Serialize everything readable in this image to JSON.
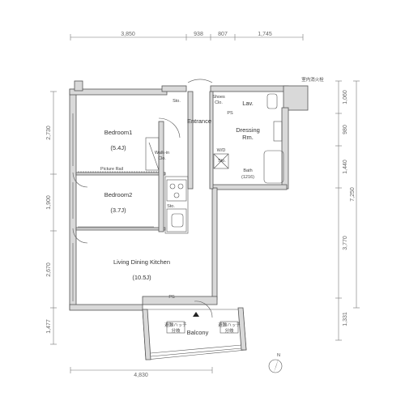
{
  "dimensions": {
    "top": [
      "3,850",
      "938",
      "807",
      "1,745"
    ],
    "bottom": "4,830",
    "left": [
      "2,730",
      "1,900",
      "2,670",
      "1,477"
    ],
    "right_inner": [
      "1,060",
      "980",
      "1,440",
      "3,770",
      "1,331"
    ],
    "right_outer": "7,250"
  },
  "rooms": {
    "bedroom1": {
      "name": "Bedroom1",
      "size": "(5.4J)"
    },
    "bedroom2": {
      "name": "Bedroom2",
      "size": "(3.7J)"
    },
    "ldk": {
      "name": "Living Dining Kitchen",
      "size": "(10.5J)"
    },
    "entrance": "Entrance",
    "dressing": [
      "Dressing",
      "Rm."
    ],
    "bath": [
      "Bath",
      "(1216)"
    ],
    "lav": "Lav.",
    "balcony": "Balcony"
  },
  "labels": {
    "sto_top": "Sto.",
    "shoes": [
      "Shoes",
      "Clo."
    ],
    "ps_top": "PS",
    "walkin": [
      "Walk-in",
      "Clo."
    ],
    "picture_rail": "Picture Rail",
    "wd": "W/D",
    "sto_side": "Sto.",
    "sto_kitchen": "Sto.",
    "ps_bottom": "PS",
    "outdoor_unit": "室内消火栓",
    "ac_left": [
      "避難ハッチ",
      "分岐"
    ],
    "ac_right": [
      "避難ハッチ",
      "分岐"
    ],
    "north": "N"
  }
}
